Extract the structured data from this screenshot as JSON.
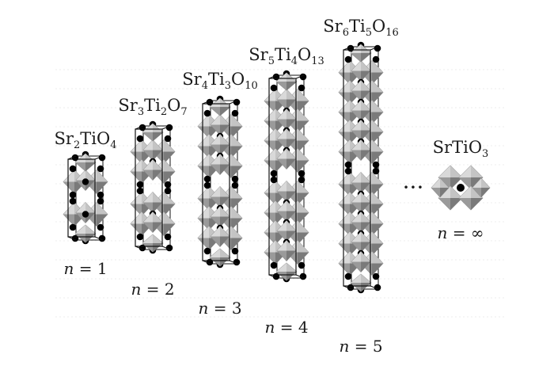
{
  "figure": {
    "structures": [
      {
        "formula": "Sr2TiO4",
        "formula_parts": [
          [
            "Sr",
            ""
          ],
          [
            "2",
            "sub"
          ],
          [
            "TiO",
            ""
          ],
          [
            "4",
            "sub"
          ]
        ],
        "n_label": "n = 1",
        "n_var": "n",
        "n_value": "= 1",
        "layers": 1
      },
      {
        "formula": "Sr3Ti2O7",
        "formula_parts": [
          [
            "Sr",
            ""
          ],
          [
            "3",
            "sub"
          ],
          [
            "Ti",
            ""
          ],
          [
            "2",
            "sub"
          ],
          [
            "O",
            ""
          ],
          [
            "7",
            "sub"
          ]
        ],
        "n_label": "n = 2",
        "n_var": "n",
        "n_value": "= 2",
        "layers": 2
      },
      {
        "formula": "Sr4Ti3O10",
        "formula_parts": [
          [
            "Sr",
            ""
          ],
          [
            "4",
            "sub"
          ],
          [
            "Ti",
            ""
          ],
          [
            "3",
            "sub"
          ],
          [
            "O",
            ""
          ],
          [
            "10",
            "sub"
          ]
        ],
        "n_label": "n = 3",
        "n_var": "n",
        "n_value": "= 3",
        "layers": 3
      },
      {
        "formula": "Sr5Ti4O13",
        "formula_parts": [
          [
            "Sr",
            ""
          ],
          [
            "5",
            "sub"
          ],
          [
            "Ti",
            ""
          ],
          [
            "4",
            "sub"
          ],
          [
            "O",
            ""
          ],
          [
            "13",
            "sub"
          ]
        ],
        "n_label": "n = 4",
        "n_var": "n",
        "n_value": "= 4",
        "layers": 4
      },
      {
        "formula": "Sr6Ti5O16",
        "formula_parts": [
          [
            "Sr",
            ""
          ],
          [
            "6",
            "sub"
          ],
          [
            "Ti",
            ""
          ],
          [
            "5",
            "sub"
          ],
          [
            "O",
            ""
          ],
          [
            "16",
            "sub"
          ]
        ],
        "n_label": "n = 5",
        "n_var": "n",
        "n_value": "= 5",
        "layers": 5
      },
      {
        "formula": "SrTiO3",
        "formula_parts": [
          [
            "SrTiO",
            ""
          ],
          [
            "3",
            "sub"
          ]
        ],
        "n_label": "n = ∞",
        "n_var": "n",
        "n_value": "= ∞",
        "layers": 0
      }
    ],
    "ellipsis": "···",
    "colors": {
      "octahedron_light": "#d9d9d9",
      "octahedron_mid": "#a9a9a9",
      "octahedron_dark": "#7a7a7a",
      "atom": "#000000",
      "cell_line": "#111111"
    }
  }
}
